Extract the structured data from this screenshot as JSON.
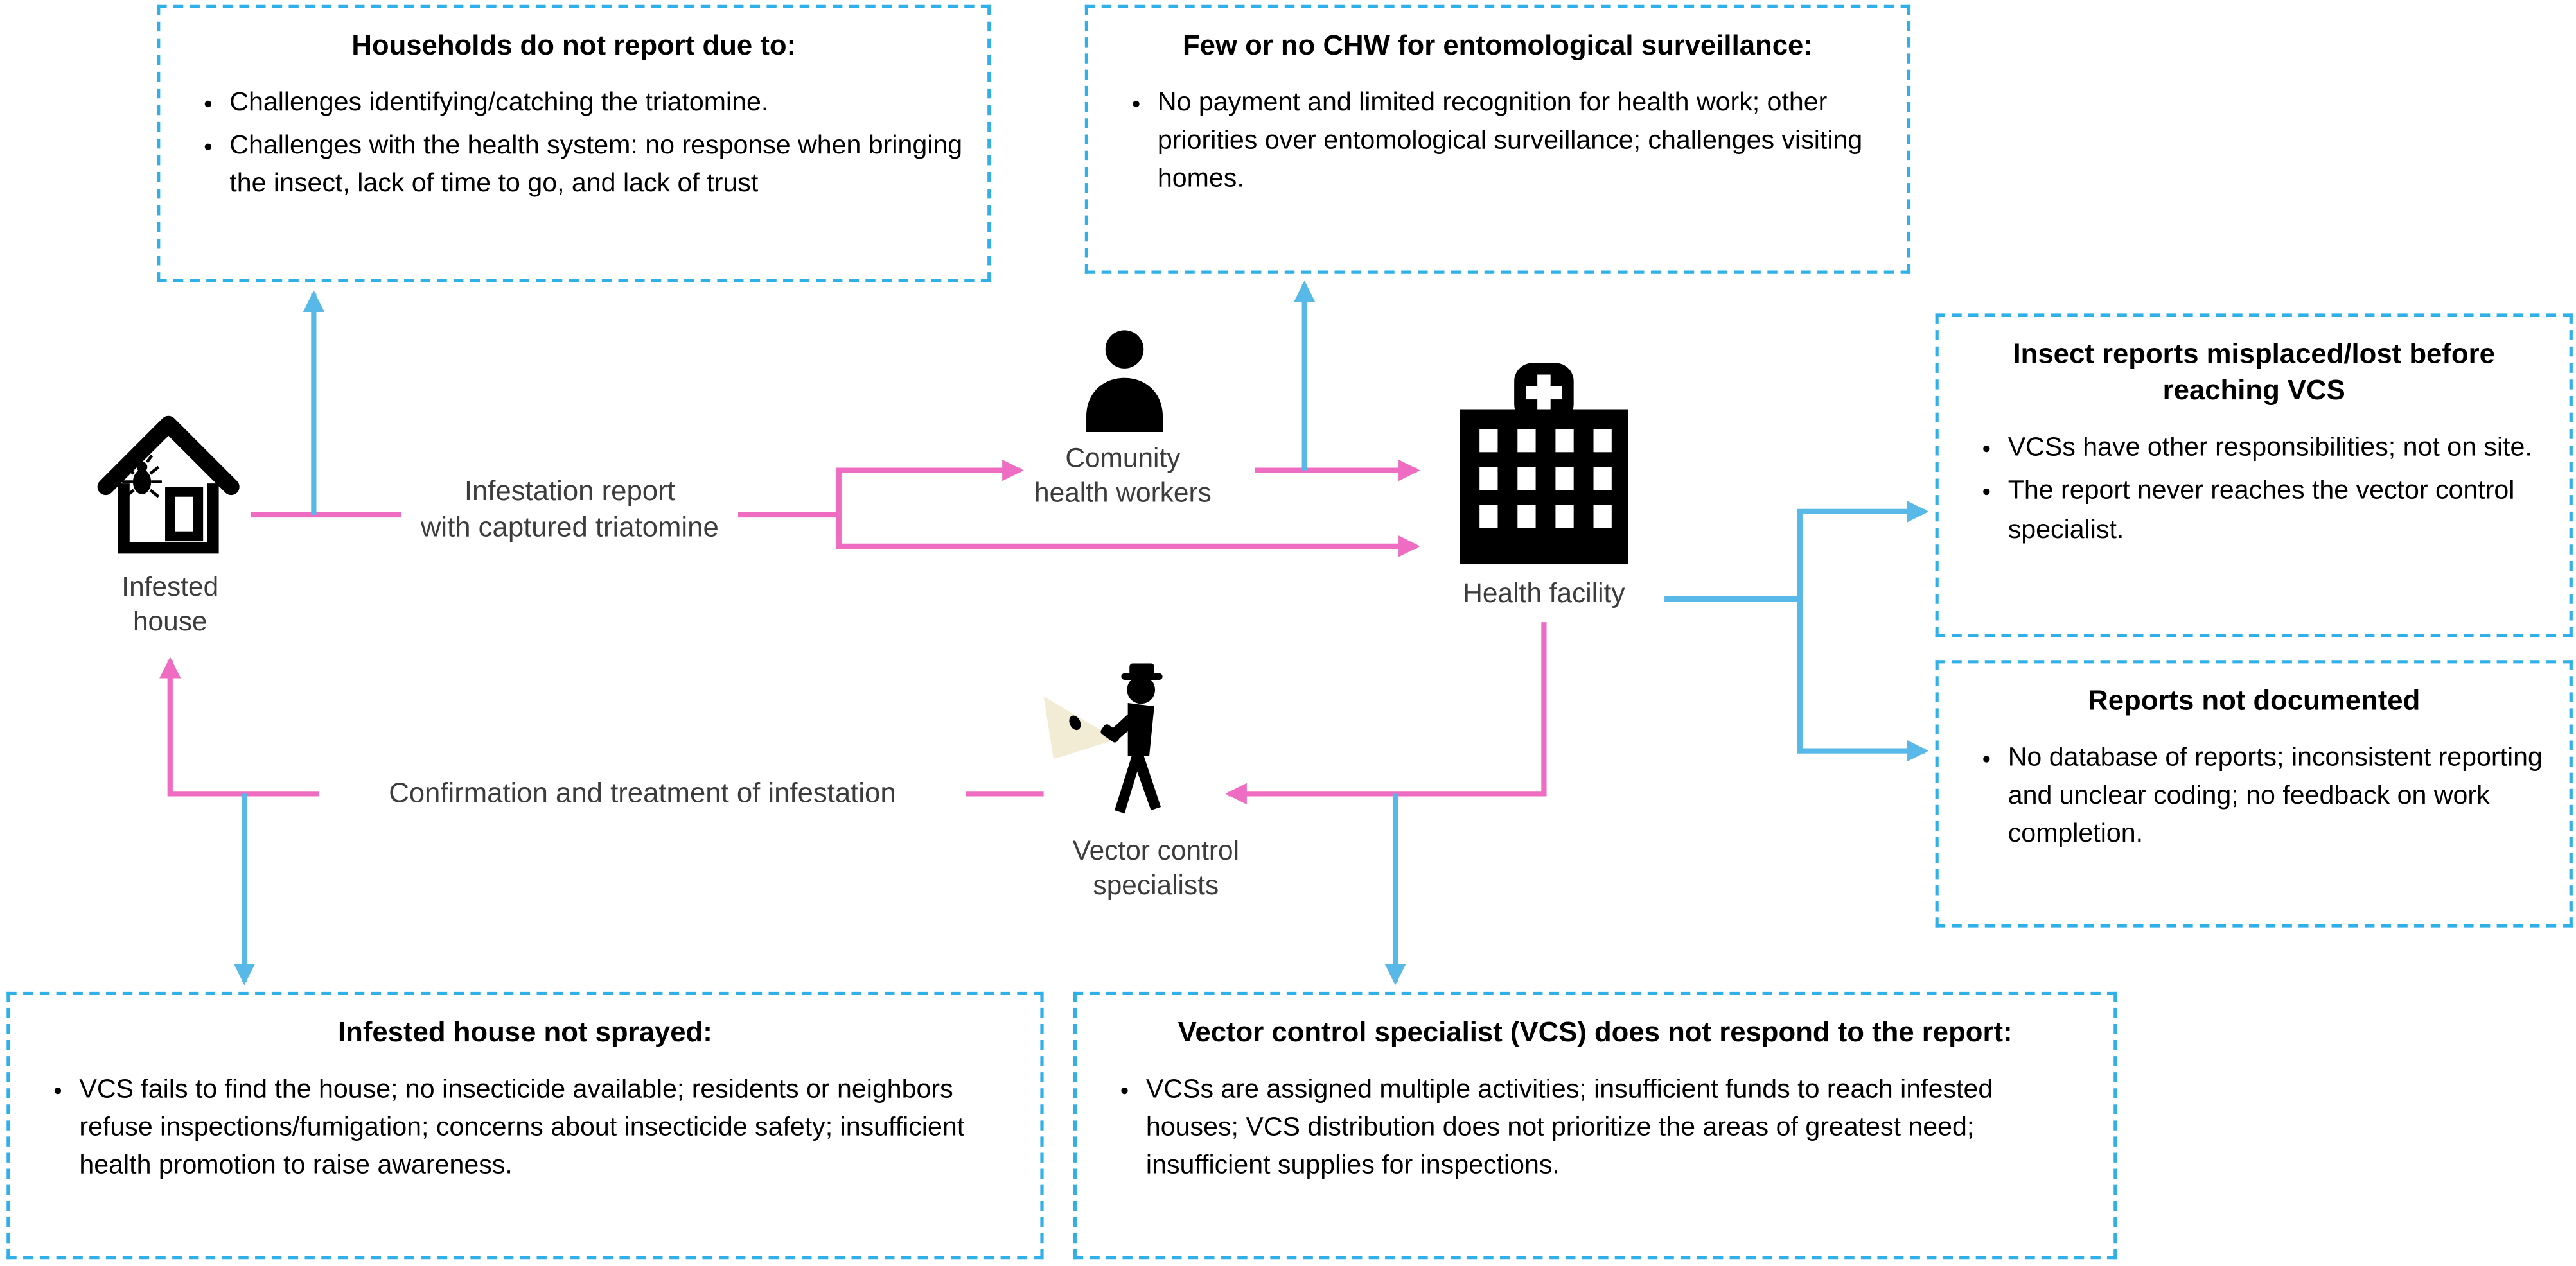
{
  "colors": {
    "pink": "#ee6cc2",
    "blue": "#58b9e8",
    "box_border": "#2fb0e8",
    "icon_black": "#000000",
    "beam": "#f2ecd4"
  },
  "callouts": {
    "households": {
      "title": "Households do not report due to:",
      "bullets": [
        "Challenges identifying/catching the triatomine.",
        "Challenges with the health system: no response when bringing the insect, lack of time to go, and lack of trust"
      ]
    },
    "few_chw": {
      "title": "Few or no CHW for entomological surveillance:",
      "bullets": [
        "No payment and limited recognition for health work; other priorities over entomological surveillance; challenges visiting homes."
      ]
    },
    "reports_misplaced": {
      "title": "Insect reports misplaced/lost before reaching VCS",
      "bullets": [
        "VCSs have other responsibilities; not on site.",
        "The report never reaches the vector control specialist."
      ]
    },
    "reports_not_documented": {
      "title": "Reports not documented",
      "bullets": [
        "No database of reports; inconsistent reporting and unclear coding; no feedback on work completion."
      ]
    },
    "house_not_sprayed": {
      "title": "Infested house not sprayed:",
      "bullets": [
        "VCS fails to find the house; no insecticide available; residents or neighbors refuse inspections/fumigation; concerns about insecticide safety; insufficient health promotion to raise awareness."
      ]
    },
    "vcs_no_response": {
      "title": "Vector control specialist (VCS) does not respond to the report:",
      "bullets": [
        "VCSs are assigned multiple activities; insufficient funds to reach infested houses; VCS distribution does not prioritize the areas of greatest need; insufficient supplies for inspections."
      ]
    }
  },
  "nodes": {
    "infested_house": {
      "lines": [
        "Infested",
        "house"
      ]
    },
    "community_health_workers": {
      "lines": [
        "Comunity",
        "health workers"
      ]
    },
    "health_facility": {
      "lines": [
        "Health facility"
      ]
    },
    "vector_control_specialists": {
      "lines": [
        "Vector control",
        "specialists"
      ]
    }
  },
  "edge_labels": {
    "infestation_report": {
      "lines": [
        "Infestation report",
        "with captured triatomine"
      ]
    },
    "confirmation": {
      "lines": [
        "Confirmation and treatment of infestation"
      ]
    }
  }
}
